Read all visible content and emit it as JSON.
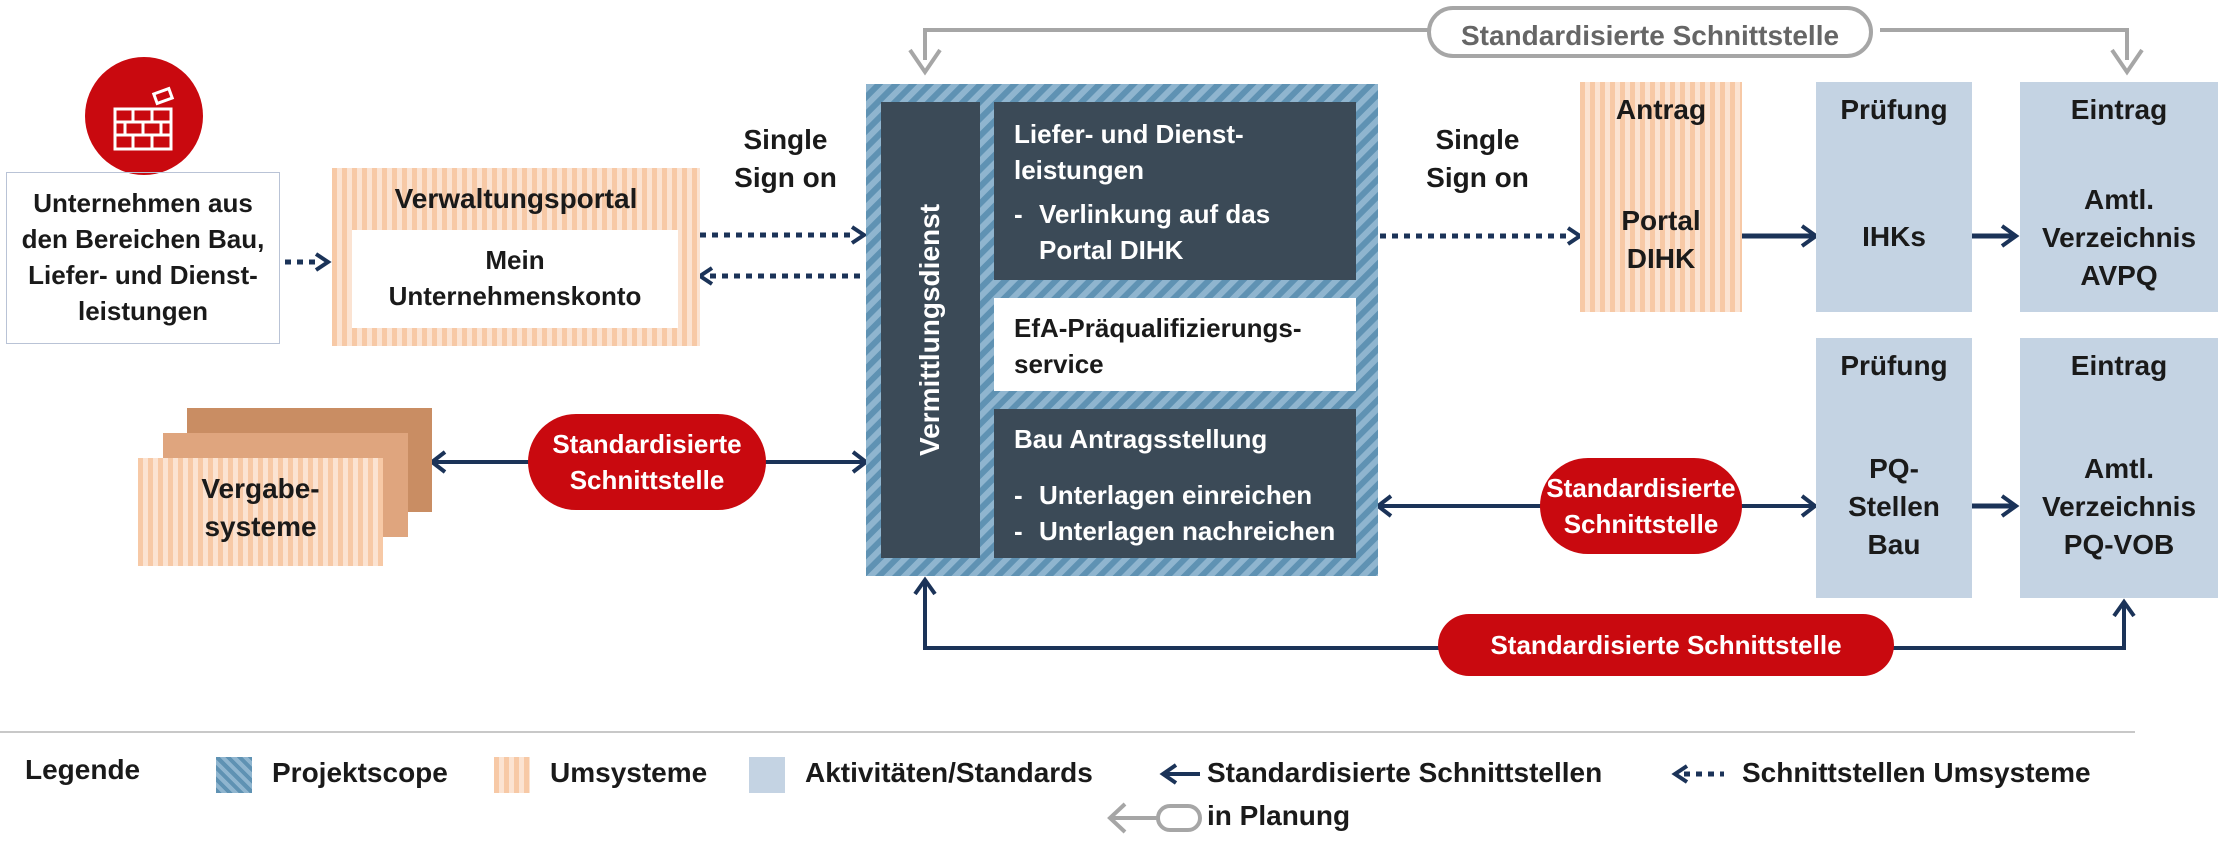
{
  "company": {
    "icon": "brick-wall-icon",
    "text_lines": [
      "Unternehmen aus",
      "den Bereichen Bau,",
      "Liefer- und Dienst-",
      "leistungen"
    ]
  },
  "portal": {
    "title": "Verwaltungsportal",
    "inner_lines": [
      "Mein",
      "Unternehmenskonto"
    ]
  },
  "vergabe": {
    "lines": [
      "Vergabe-",
      "systeme"
    ]
  },
  "sso_left": [
    "Single",
    "Sign on"
  ],
  "sso_right": [
    "Single",
    "Sign on"
  ],
  "hub": {
    "side_label": "Vermittlungsdienst",
    "box1": {
      "lines": [
        "Liefer- und Dienst-",
        "leistungen"
      ],
      "bullets": [
        "Verlinkung auf das Portal DIHK"
      ]
    },
    "box2": {
      "lines": [
        "EfA-Präqualifizierungs-",
        "service"
      ]
    },
    "box3": {
      "title": "Bau Antragsstellung",
      "bullets": [
        "Unterlagen einreichen",
        "Unterlagen nachreichen"
      ]
    }
  },
  "antrag": {
    "title": "Antrag",
    "lines": [
      "Portal",
      "DIHK"
    ]
  },
  "pruefung1": {
    "title": "Prüfung",
    "lines": [
      "IHKs"
    ]
  },
  "eintrag1": {
    "title": "Eintrag",
    "lines": [
      "Amtl.",
      "Verzeichnis",
      "AVPQ"
    ]
  },
  "pruefung2": {
    "title": "Prüfung",
    "lines": [
      "PQ-",
      "Stellen",
      "Bau"
    ]
  },
  "eintrag2": {
    "title": "Eintrag",
    "lines": [
      "Amtl.",
      "Verzeichnis",
      "PQ-VOB"
    ]
  },
  "pills": {
    "top": "Standardisierte Schnittstelle",
    "left": [
      "Standardisierte",
      "Schnittstelle"
    ],
    "right": [
      "Standardisierte",
      "Schnittstelle"
    ],
    "bottom": "Standardisierte Schnittstelle"
  },
  "legend": {
    "title": "Legende",
    "projektscope": "Projektscope",
    "umsysteme": "Umsysteme",
    "aktivitaeten": "Aktivitäten/Standards",
    "standard_schnittstellen": "Standardisierte Schnittstellen",
    "schnittstellen_umsysteme": "Schnittstellen Umsysteme",
    "in_planung": "in Planung"
  },
  "colors": {
    "navy": "#1b3358",
    "red": "#c9090f",
    "dark_box": "#3b4a57",
    "light_blue": "#c4d3e3",
    "orange": "#f7c9a6",
    "grey": "#a6a6a6"
  }
}
